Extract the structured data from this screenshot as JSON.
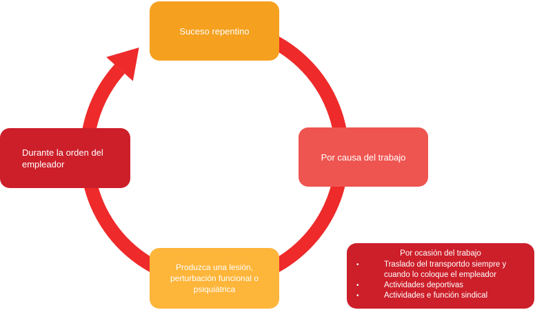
{
  "colors": {
    "ring": "#EE2A2A",
    "top": "#F5A01E",
    "right": "#EF5550",
    "bottom": "#FDB53A",
    "left": "#CC1F2A",
    "detail": "#CC1F2A"
  },
  "nodes": {
    "top": "Suceso repentino",
    "right": "Por causa del trabajo",
    "bottom": "Produzca una lesión, perturbación funcional o psiquiátrica",
    "left": "Durante la orden del empleador"
  },
  "detail": {
    "title": "Por ocasión del trabajo",
    "items": [
      "Traslado del transportdo siempre y cuando lo coloque el empleador",
      "Actividades deportivas",
      "Actividades e función sindical"
    ]
  }
}
